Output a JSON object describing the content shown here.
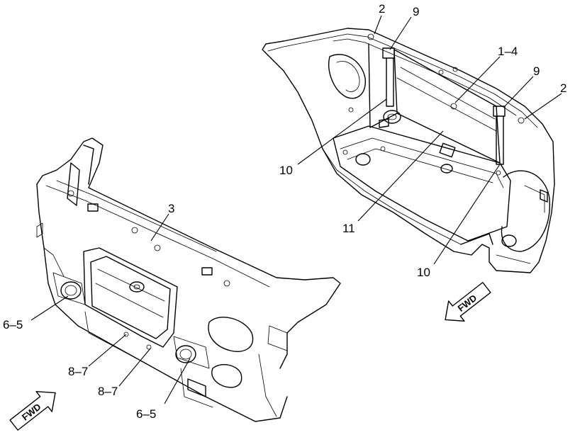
{
  "callouts": {
    "rear_top_left_2": "2",
    "rear_top_left_9": "9",
    "rear_center_1_4": "1–4",
    "rear_right_9": "9",
    "rear_right_2": "2",
    "rear_left_10": "10",
    "rear_center_11": "11",
    "rear_bottom_10": "10",
    "front_top_3": "3",
    "front_left_6_5": "6–5",
    "front_bottom_8_7_a": "8–7",
    "front_bottom_8_7_b": "8–7",
    "front_bottom_6_5": "6–5"
  },
  "arrows": {
    "upper_fwd": "FWD",
    "lower_fwd": "FWD"
  }
}
